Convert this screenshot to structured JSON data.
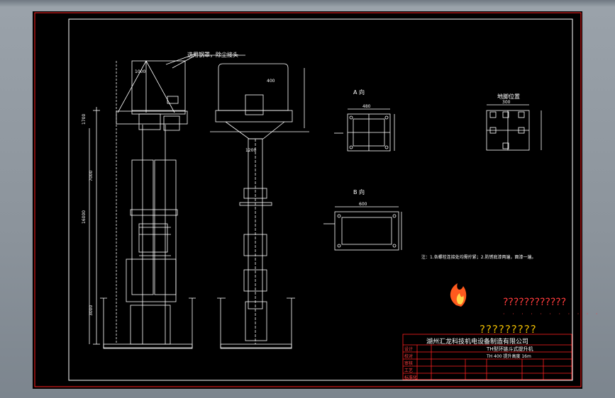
{
  "drawing": {
    "callout_text": "选用钢罩，除尘接头",
    "view_a_title": "A 向",
    "view_b_title": "B 向",
    "view_c_title": "地脚位置",
    "note": "注：1.各螺栓连接处均需拧紧；2.防锈底漆两遍，面漆一遍。",
    "dims": [
      "1700",
      "7000",
      "16000",
      "3000",
      "1200",
      "1000",
      "600",
      "480",
      "300",
      "400"
    ]
  },
  "watermark": {
    "line1": "????????????",
    "line2": "?????????",
    "dots": "· · · · · · · · · · ·",
    "logo_icon": "flame-icon"
  },
  "title_block": {
    "company": "湖州汇龙科技机电设备制造有限公司",
    "drawing_name": "TH型环链斗式提升机",
    "drawing_sub": "TH 400 提升高度 16m",
    "rows": [
      "设计",
      "校对",
      "审核",
      "工艺",
      "标准化"
    ]
  },
  "colors": {
    "frame": "#ff2020",
    "line": "#ffffff",
    "title_red": "#ff3b3b",
    "title_yellow": "#e8b800"
  }
}
